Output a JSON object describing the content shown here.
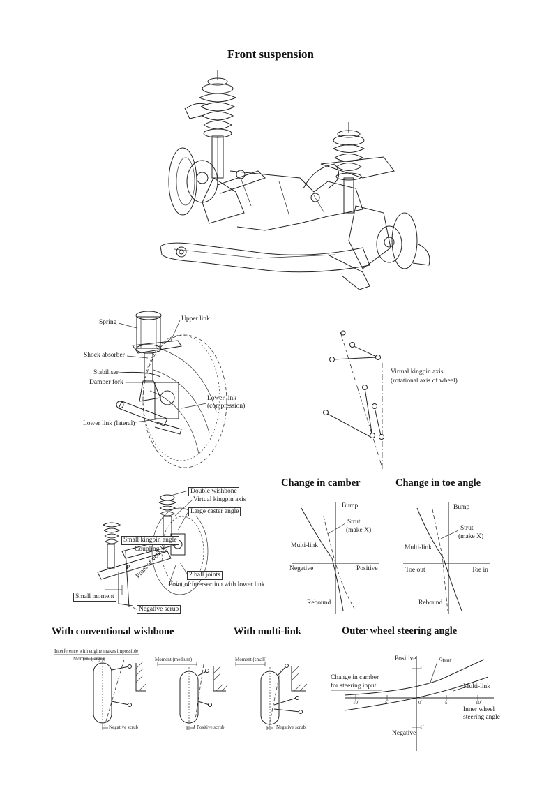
{
  "headings": {
    "front_suspension": "Front suspension",
    "change_in_camber": "Change in camber",
    "change_in_toe": "Change in toe angle",
    "conventional_wishbone": "With conventional wishbone",
    "multi_link": "With multi-link",
    "outer_wheel": "Outer wheel steering angle"
  },
  "component_labels": {
    "spring": "Spring",
    "upper_link": "Upper link",
    "shock_absorber": "Shock absorber",
    "stabiliser": "Stabiliser",
    "damper_fork": "Damper fork",
    "lower_link_compression": "Lower link (compression)",
    "lower_link_lateral": "Lower link (lateral)"
  },
  "kingpin": {
    "axis": "Virtual kingpin axis",
    "axis_sub": "(rotational axis of wheel)"
  },
  "geometry_labels": {
    "double_wishbone": "Double wishbone",
    "virtual_kingpin": "Virtual kingpin axis",
    "large_caster": "Large caster angle",
    "small_kingpin": "Small kingpin angle",
    "coupling": "Coupling",
    "p": "P",
    "front_of_vehicle": "Front of vehicle",
    "two_ball_joints": "2 ball joints",
    "intersection": "Point of intersection with lower link",
    "small_moment": "Small moment",
    "negative_scrub": "Negative scrub"
  },
  "camber_chart": {
    "bump": "Bump",
    "strut": "Strut",
    "make_x": "(make X)",
    "multi_link": "Multi-link",
    "negative": "Negative",
    "positive": "Positive",
    "rebound": "Rebound"
  },
  "toe_chart": {
    "bump": "Bump",
    "strut": "Strut",
    "make_x": "(make X)",
    "multi_link": "Multi-link",
    "toe_out": "Toe out",
    "toe_in": "Toe in",
    "rebound": "Rebound"
  },
  "scrub_diagrams": {
    "interference": "Interference with engine makes impossible",
    "moment_large": "Moment (large)",
    "moment_medium": "Moment (medium)",
    "moment_small": "Moment (small)",
    "negative_scrub": "Negative scrub",
    "positive_scrub": "Positive scrub"
  },
  "steering_chart": {
    "positive": "Positive",
    "negative": "Negative",
    "strut": "Strut",
    "multi_link": "Multi-link",
    "camber_change_1": "Change in camber",
    "camber_change_2": "for steering input",
    "inner_wheel_1": "Inner wheel",
    "inner_wheel_2": "steering angle",
    "tick_10l": "10˚",
    "tick_5l": "5˚",
    "tick_0": "0˚",
    "tick_5r": "5˚",
    "tick_10r": "10˚",
    "tick_1up": "1˚",
    "tick_1down": "1˚"
  }
}
